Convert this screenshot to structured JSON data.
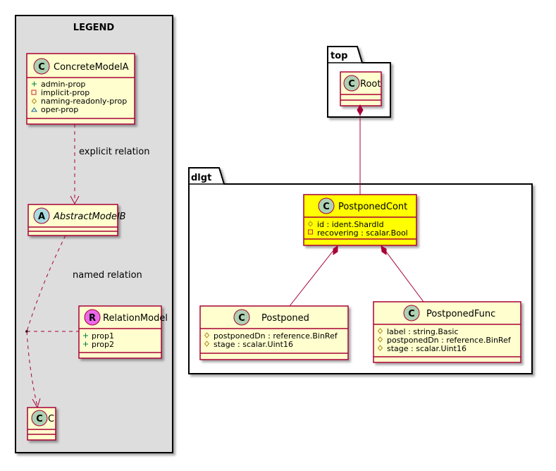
{
  "legend": {
    "title": "LEGEND",
    "concrete_model": {
      "stereo": "C",
      "name": "ConcreteModelA",
      "attrs": [
        {
          "symbol": "+",
          "name": "admin-prop"
        },
        {
          "symbol": "-",
          "name": "implicit-prop"
        },
        {
          "symbol": "#",
          "name": "naming-readonly-prop"
        },
        {
          "symbol": "~",
          "name": "oper-prop"
        }
      ]
    },
    "abstract_model": {
      "stereo": "A",
      "name": "AbstractModelB"
    },
    "relation_model": {
      "stereo": "R",
      "name": "RelationModel",
      "attrs": [
        {
          "symbol": "+",
          "name": "prop1"
        },
        {
          "symbol": "+",
          "name": "prop2"
        }
      ]
    },
    "c_model": {
      "stereo": "C",
      "name": "C"
    },
    "explicit_relation_label": "explicit relation",
    "named_relation_label": "named relation"
  },
  "packages": {
    "top": {
      "name": "top",
      "root": {
        "stereo": "C",
        "name": "Root"
      }
    },
    "dlgt": {
      "name": "dlgt",
      "postponed_cont": {
        "stereo": "C",
        "name": "PostponedCont",
        "attrs": [
          {
            "symbol": "#",
            "text": "id : ident.ShardId"
          },
          {
            "symbol": "-",
            "text": "recovering : scalar.Bool"
          }
        ]
      },
      "postponed": {
        "stereo": "C",
        "name": "Postponed",
        "attrs": [
          {
            "symbol": "#",
            "text": "postponedDn : reference.BinRef"
          },
          {
            "symbol": "#",
            "text": "stage : scalar.Uint16"
          }
        ]
      },
      "postponed_func": {
        "stereo": "C",
        "name": "PostponedFunc",
        "attrs": [
          {
            "symbol": "#",
            "text": "label : string.Basic"
          },
          {
            "symbol": "#",
            "text": "postponedDn : reference.BinRef"
          },
          {
            "symbol": "#",
            "text": "stage : scalar.Uint16"
          }
        ]
      }
    }
  },
  "colors": {
    "class_fill": "#FEFECE",
    "class_border": "#A80036",
    "highlight_fill": "#FFFF00",
    "legend_bg": "#DDDDDD",
    "circle_c": "#ADD1B2",
    "circle_a": "#A9DCDF",
    "circle_r": "#EB68EB",
    "relation": "#A80036"
  }
}
